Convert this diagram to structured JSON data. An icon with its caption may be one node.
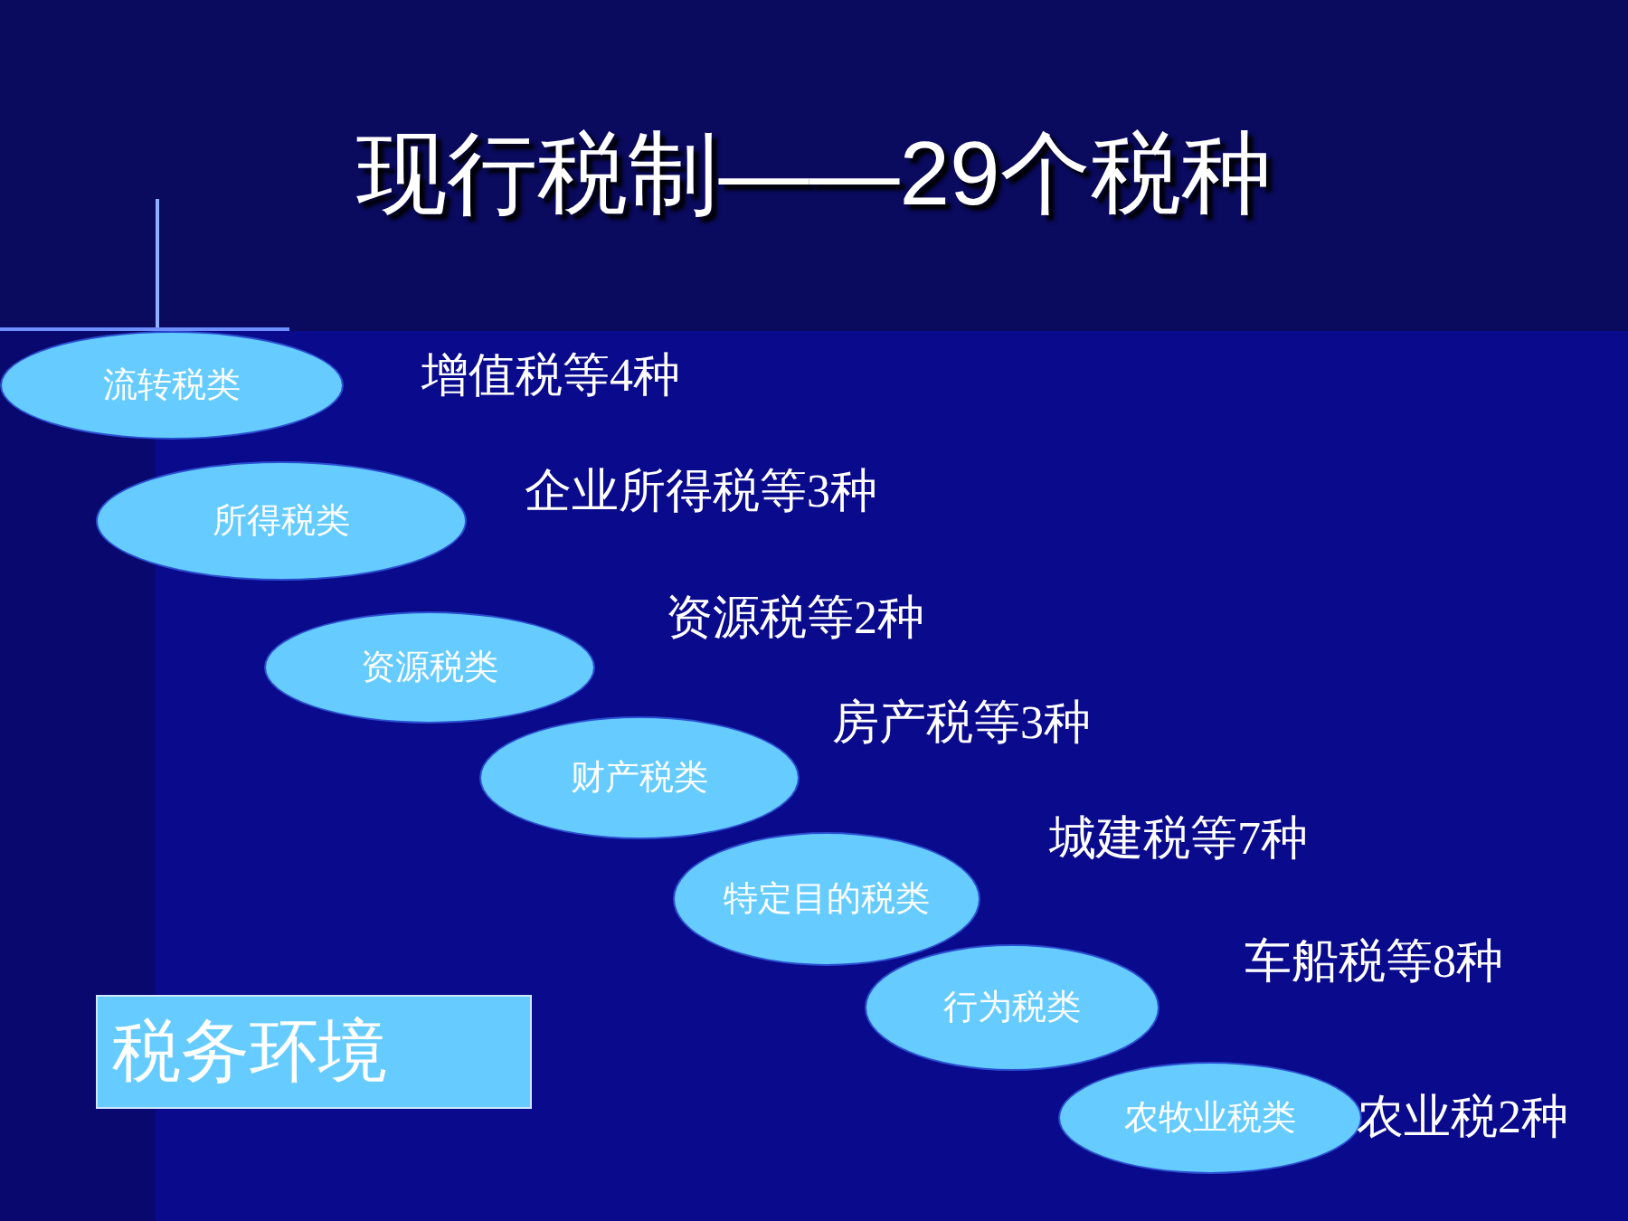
{
  "diagram": {
    "title": "现行税制——29个税种",
    "nodes": [
      {
        "text": [
          "流转税类"
        ],
        "beside": [
          "增值税等4种"
        ]
      },
      {
        "text": [
          "所得税类"
        ],
        "beside": [
          "企业所得税等3种"
        ]
      },
      {
        "text": [
          "资源税类"
        ],
        "beside": [
          "资源税等2种"
        ]
      },
      {
        "text": [
          "财产税类"
        ],
        "beside": [
          "房产税等3种"
        ]
      },
      {
        "text": [
          "特定目的税类"
        ],
        "beside": [
          "城建税等7种"
        ]
      },
      {
        "text": [
          "行为税类"
        ],
        "beside": [
          "车船税等8种"
        ]
      },
      {
        "text": [
          "农牧业税类"
        ],
        "beside": [
          "农业税2种"
        ]
      },
      {
        "text": [
          "税务环境"
        ]
      }
    ],
    "edges": []
  }
}
